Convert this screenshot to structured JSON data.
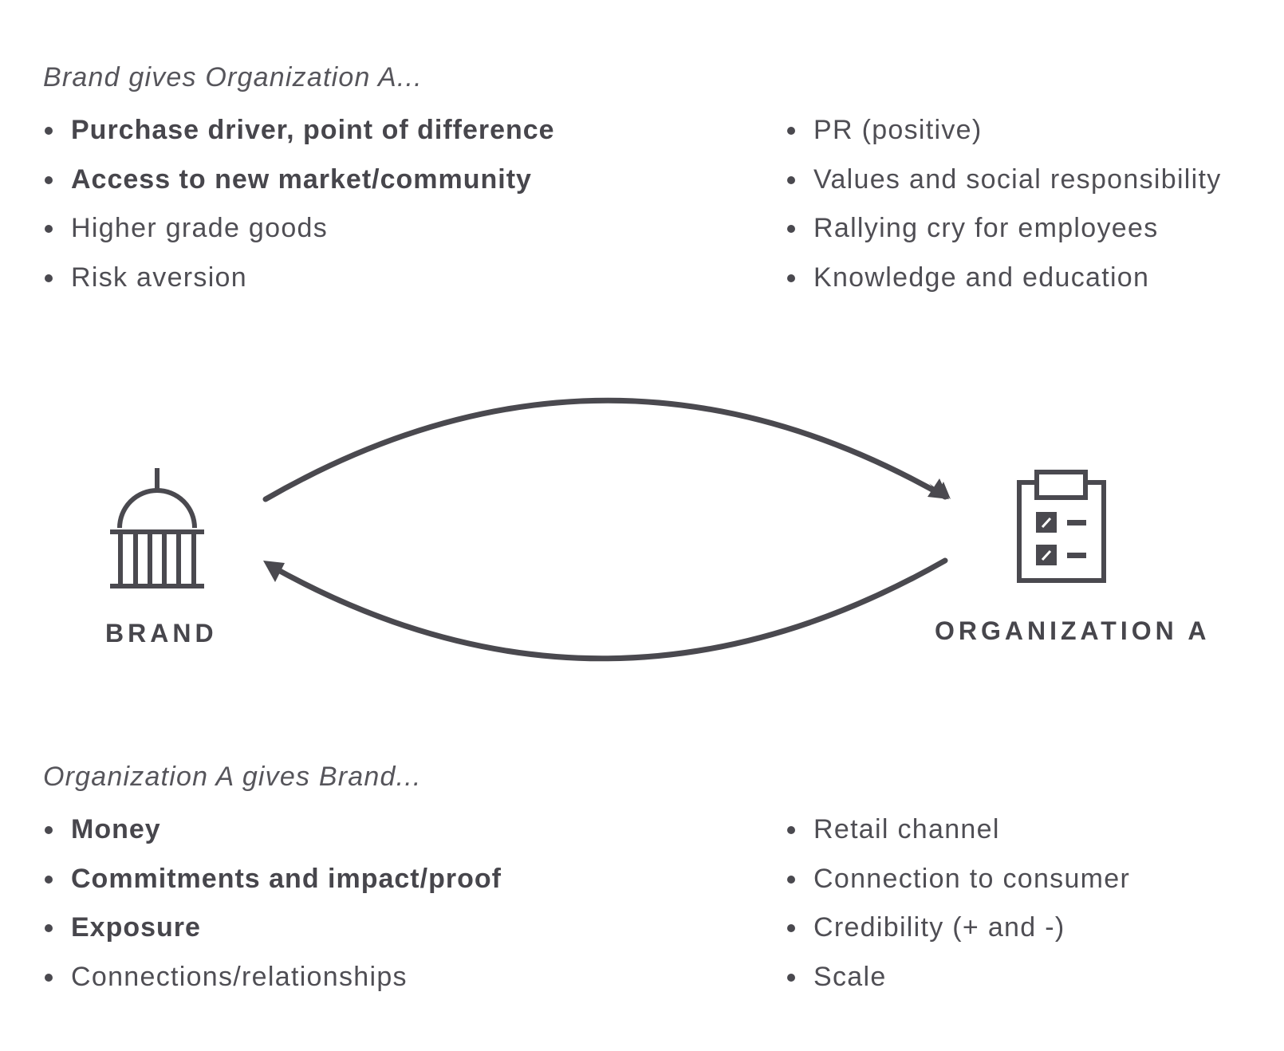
{
  "top": {
    "heading": "Brand gives Organization A...",
    "left_items": [
      {
        "label": "Purchase driver, point of difference",
        "bold": true
      },
      {
        "label": "Access to new market/community",
        "bold": true
      },
      {
        "label": "Higher grade goods",
        "bold": false
      },
      {
        "label": "Risk aversion",
        "bold": false
      }
    ],
    "right_items": [
      {
        "label": "PR (positive)",
        "bold": false
      },
      {
        "label": "Values and social responsibility",
        "bold": false
      },
      {
        "label": "Rallying cry for employees",
        "bold": false
      },
      {
        "label": "Knowledge and education",
        "bold": false
      }
    ]
  },
  "bottom": {
    "heading": "Organization A gives Brand...",
    "left_items": [
      {
        "label": "Money",
        "bold": true
      },
      {
        "label": "Commitments and impact/proof",
        "bold": true
      },
      {
        "label": "Exposure",
        "bold": true
      },
      {
        "label": "Connections/relationships",
        "bold": false
      }
    ],
    "right_items": [
      {
        "label": "Retail channel",
        "bold": false
      },
      {
        "label": "Connection to consumer",
        "bold": false
      },
      {
        "label": "Credibility (+ and -)",
        "bold": false
      },
      {
        "label": "Scale",
        "bold": false
      }
    ]
  },
  "nodes": {
    "brand": {
      "label": "BRAND",
      "icon": "building-dome-icon"
    },
    "organization": {
      "label": "ORGANIZATION A",
      "icon": "clipboard-checklist-icon"
    }
  },
  "colors": {
    "ink": "#4a494f",
    "background": "#ffffff"
  }
}
